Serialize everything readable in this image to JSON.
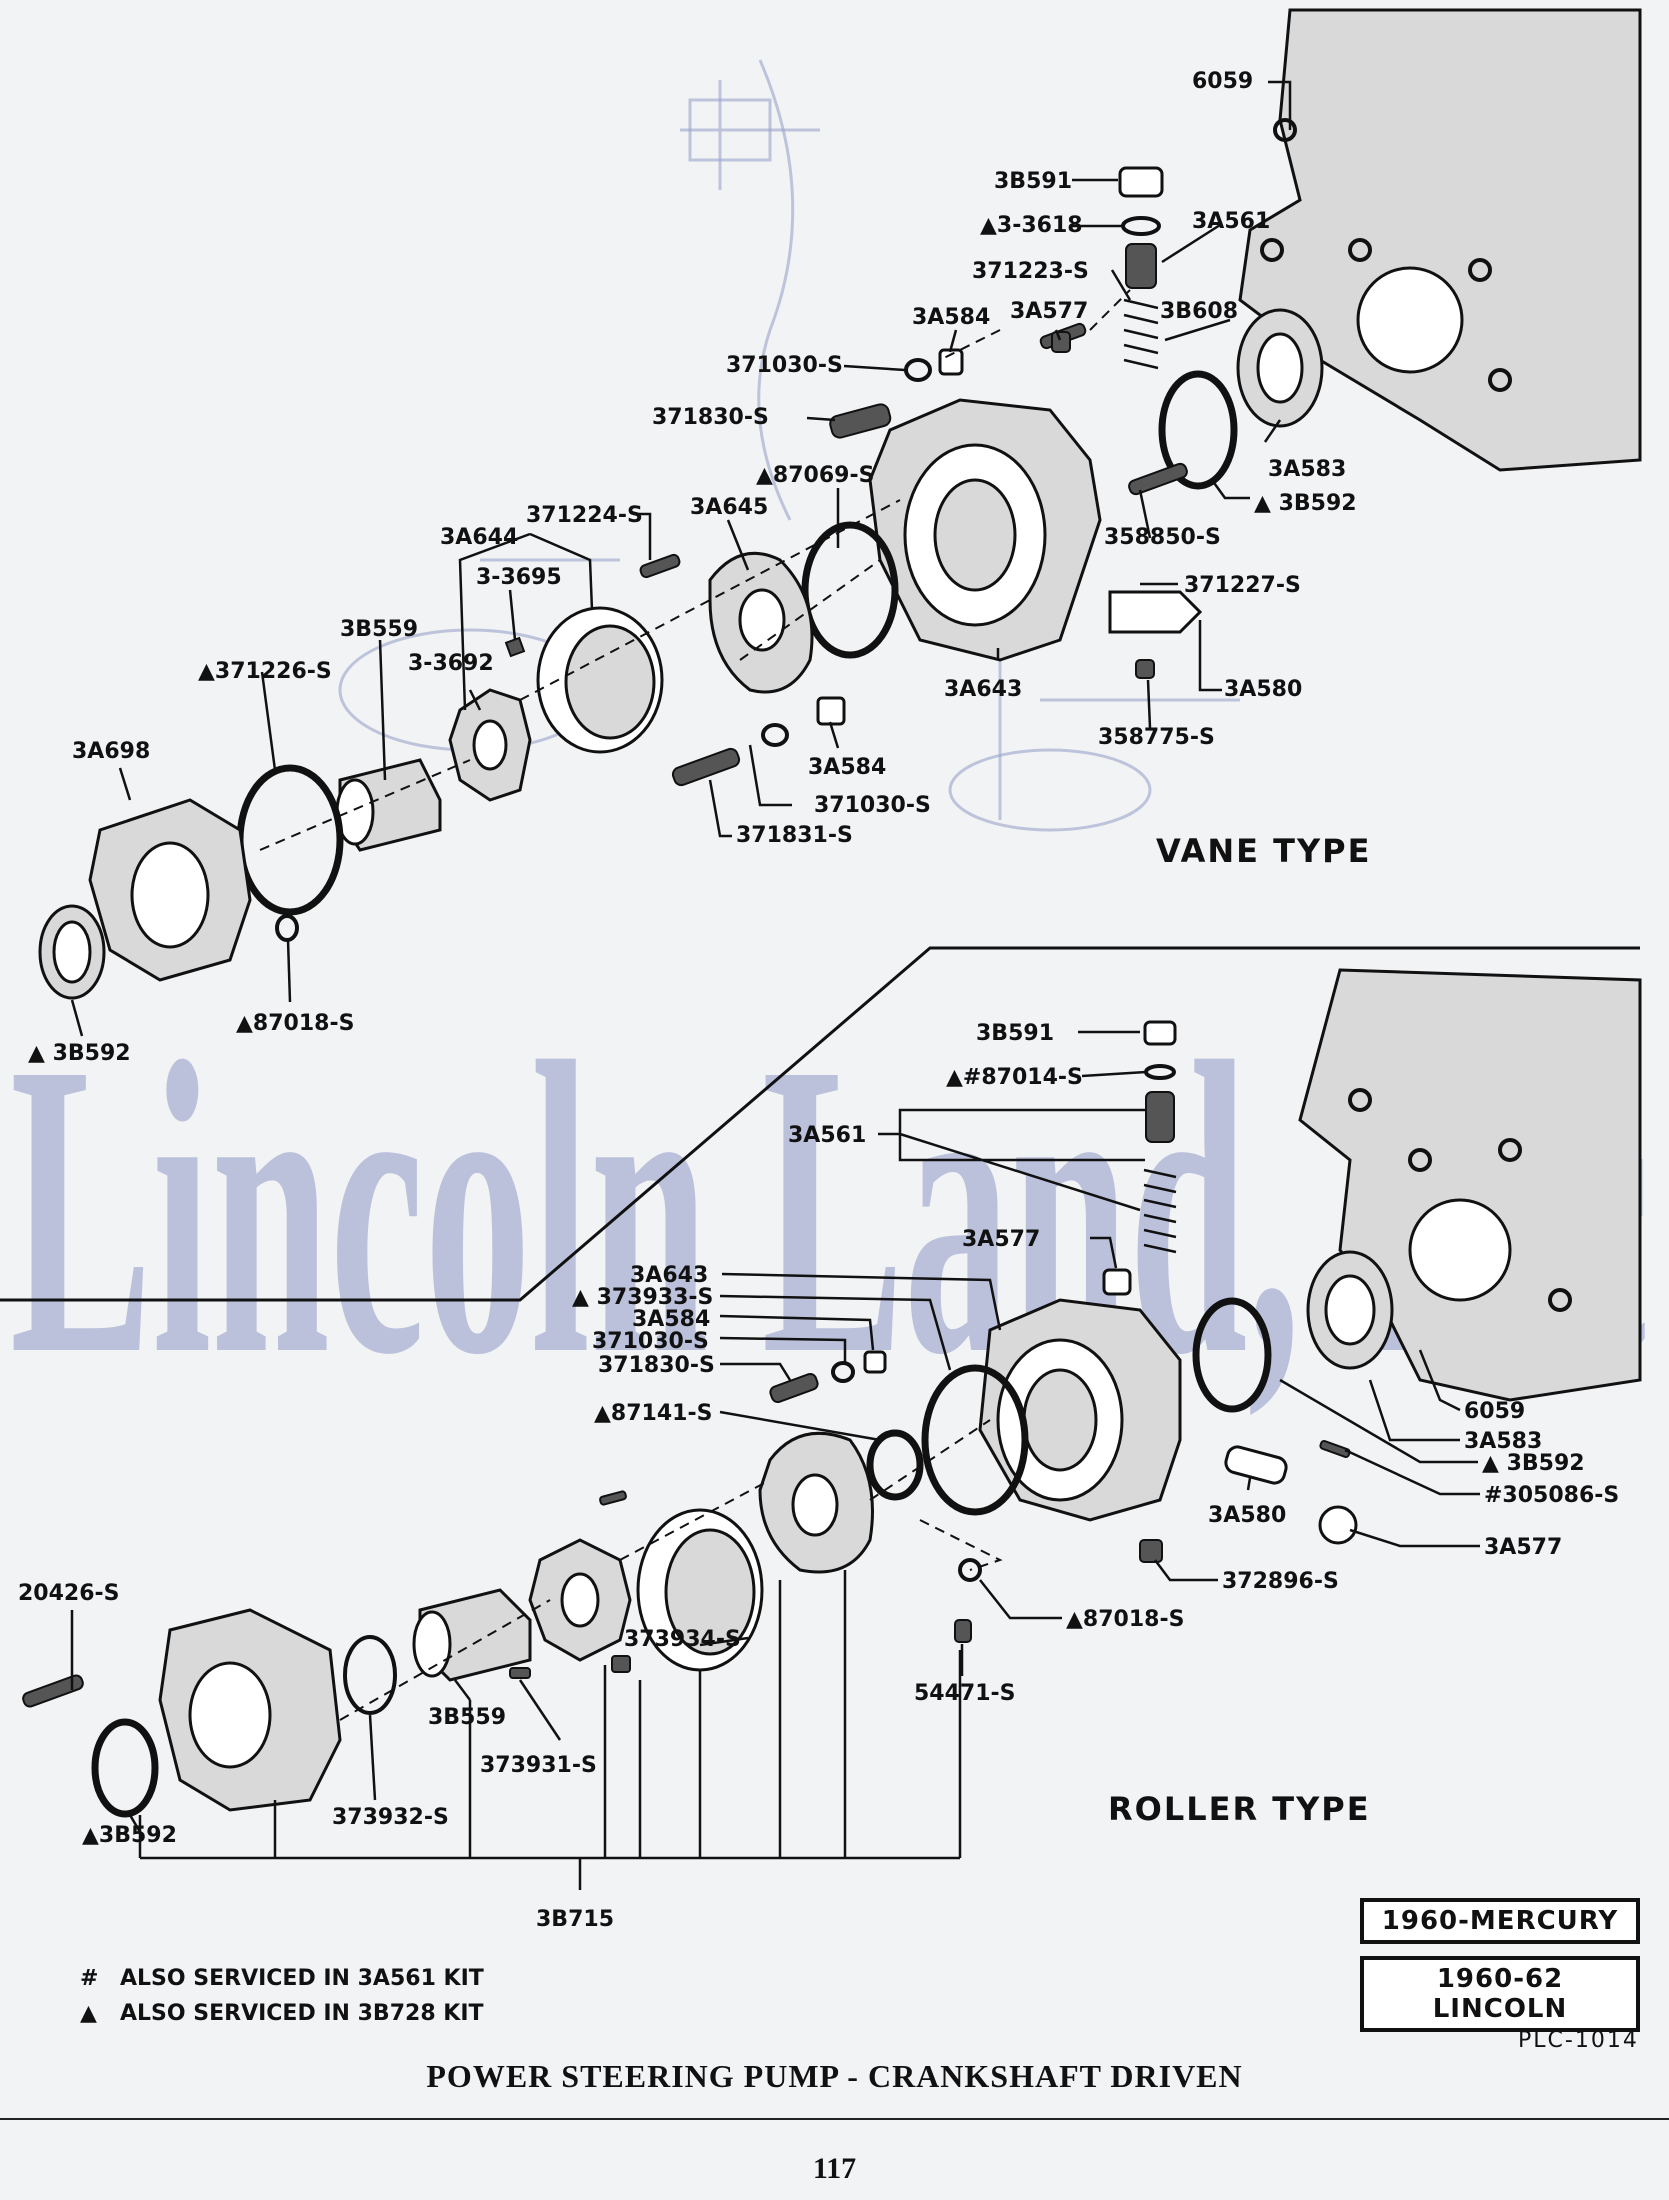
{
  "watermark": "Lincoln Land, Inc",
  "sections": {
    "vane": "VANE TYPE",
    "roller": "ROLLER TYPE"
  },
  "vane_labels": {
    "l6059": "6059",
    "l3B591": "3B591",
    "l3_3618": "▲3-3618",
    "l3A561": "3A561",
    "l371223S": "371223-S",
    "l3A584a": "3A584",
    "l3A577": "3A577",
    "l3B608": "3B608",
    "l371030Sa": "371030-S",
    "l371830S": "371830-S",
    "l3A583": "3A583",
    "l3B592a": "▲ 3B592",
    "l87069S": "▲87069-S",
    "l3A645": "3A645",
    "l371224S": "371224-S",
    "l3A644": "3A644",
    "l3_3695": "3-3695",
    "l358850S": "358850-S",
    "l371227S": "371227-S",
    "l3B559a": "3B559",
    "l3_3692": "3-3692",
    "l371226S": "▲371226-S",
    "l3A643a": "3A643",
    "l3A580a": "3A580",
    "l358775S": "358775-S",
    "l3A698": "3A698",
    "l3A584b": "3A584",
    "l371030Sb": "371030-S",
    "l371831S": "371831-S",
    "l87018Sa": "▲87018-S",
    "l3B592b": "▲ 3B592"
  },
  "roller_labels": {
    "r3B591": "3B591",
    "r87014S": "▲#87014-S",
    "r3A561": "3A561",
    "r3A577a": "3A577",
    "r3A643": "3A643",
    "r373933S": "▲ 373933-S",
    "r3A584": "3A584",
    "r371030S": "371030-S",
    "r371830S": "371830-S",
    "r87141S": "▲87141-S",
    "r6059": "6059",
    "r3A583": "3A583",
    "r3B592a": "▲ 3B592",
    "r305086S": "#305086-S",
    "r3A580": "3A580",
    "r3A577b": "3A577",
    "r372896S": "372896-S",
    "r87018S": "▲87018-S",
    "r20426S": "20426-S",
    "r373934S": "373934-S",
    "r54471S": "54471-S",
    "r3B559": "3B559",
    "r373931S": "373931-S",
    "r373932S": "373932-S",
    "r3B592b": "▲3B592",
    "r3B715": "3B715"
  },
  "years": [
    "1960-MERCURY",
    "1960-62 LINCOLN"
  ],
  "plc": "PLC-1014",
  "notes": [
    {
      "symbol": "#",
      "text": "ALSO SERVICED IN 3A561 KIT"
    },
    {
      "symbol": "▲",
      "text": "ALSO SERVICED IN 3B728 KIT"
    }
  ],
  "title": "POWER STEERING PUMP - CRANKSHAFT DRIVEN",
  "page_number": "117"
}
